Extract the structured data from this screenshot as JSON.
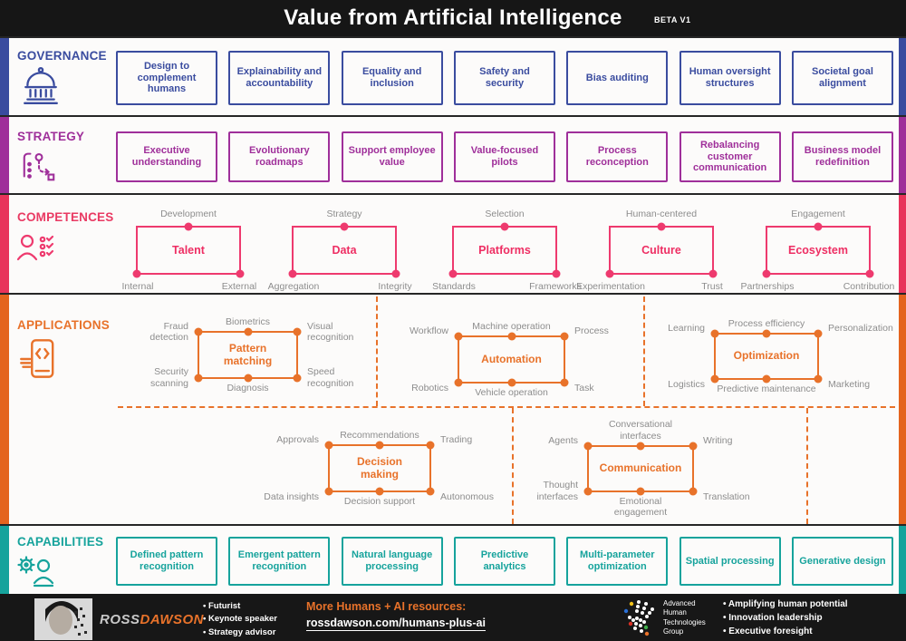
{
  "title": {
    "text": "Value from Artificial Intelligence",
    "badge": "BETA V1"
  },
  "colors": {
    "governance": "#3a4c9f",
    "strategy": "#9f2f9a",
    "competences": "#ee3a6e",
    "applications": "#e8722a",
    "capabilities": "#16a39c",
    "label_gray": "#8d8d8d",
    "bar_black": "#161616"
  },
  "icons": {
    "governance": "bank-icon",
    "strategy": "route-icon",
    "competences": "person-checklist-icon",
    "applications": "phone-code-icon",
    "capabilities": "gear-person-icon",
    "footer": [
      "portrait-photo",
      "dotted-hand-logo"
    ]
  },
  "governance": {
    "label": "GOVERNANCE",
    "boxes": [
      "Design to complement humans",
      "Explainability and accountability",
      "Equality and inclusion",
      "Safety and security",
      "Bias auditing",
      "Human oversight structures",
      "Societal goal alignment"
    ]
  },
  "strategy": {
    "label": "STRATEGY",
    "boxes": [
      "Executive understanding",
      "Evolutionary roadmaps",
      "Support employee value",
      "Value-focused pilots",
      "Process reconception",
      "Rebalancing customer communication",
      "Business model redefinition"
    ]
  },
  "competences": {
    "label": "COMPETENCES",
    "clusters": [
      {
        "name": "Talent",
        "top": "Development",
        "bottom_left": "Internal",
        "bottom_right": "External"
      },
      {
        "name": "Data",
        "top": "Strategy",
        "bottom_left": "Aggregation",
        "bottom_right": "Integrity"
      },
      {
        "name": "Platforms",
        "top": "Selection",
        "bottom_left": "Standards",
        "bottom_right": "Frameworks"
      },
      {
        "name": "Culture",
        "top": "Human-centered",
        "bottom_left": "Experimentation",
        "bottom_right": "Trust"
      },
      {
        "name": "Ecosystem",
        "top": "Engagement",
        "bottom_left": "Partnerships",
        "bottom_right": "Contribution"
      }
    ]
  },
  "applications": {
    "label": "APPLICATIONS",
    "clusters": [
      {
        "name": "Pattern matching",
        "top_left": "Fraud detection",
        "top_center": "Biometrics",
        "top_right": "Visual recognition",
        "bottom_left": "Security scanning",
        "bottom_center": "Diagnosis",
        "bottom_right": "Speed recognition"
      },
      {
        "name": "Automation",
        "top_left": "Workflow",
        "top_center": "Machine operation",
        "top_right": "Process",
        "bottom_left": "Robotics",
        "bottom_center": "Vehicle operation",
        "bottom_right": "Task"
      },
      {
        "name": "Optimization",
        "top_left": "Learning",
        "top_center": "Process efficiency",
        "top_right": "Personalization",
        "bottom_left": "Logistics",
        "bottom_center": "Predictive maintenance",
        "bottom_right": "Marketing"
      },
      {
        "name": "Decision making",
        "top_left": "Approvals",
        "top_center": "Recommendations",
        "top_right": "Trading",
        "bottom_left": "Data insights",
        "bottom_center": "Decision support",
        "bottom_right": "Autonomous"
      },
      {
        "name": "Communication",
        "top_left": "Agents",
        "top_center": "Conversational interfaces",
        "top_right": "Writing",
        "bottom_left": "Thought interfaces",
        "bottom_center": "Emotional engagement",
        "bottom_right": "Translation"
      }
    ]
  },
  "capabilities": {
    "label": "CAPABILITIES",
    "boxes": [
      "Defined pattern recognition",
      "Emergent pattern recognition",
      "Natural language processing",
      "Predictive analytics",
      "Multi-parameter optimization",
      "Spatial processing",
      "Generative design"
    ]
  },
  "footer": {
    "brand_first": "ROSS",
    "brand_second": "DAWSON",
    "roles": [
      "Futurist",
      "Keynote speaker",
      "Strategy advisor"
    ],
    "resources_label": "More Humans + AI resources:",
    "resources_url": "rossdawson.com/humans-plus-ai",
    "org": "Advanced Human Technologies Group",
    "org_points": [
      "Amplifying human potential",
      "Innovation leadership",
      "Executive foresight"
    ]
  }
}
